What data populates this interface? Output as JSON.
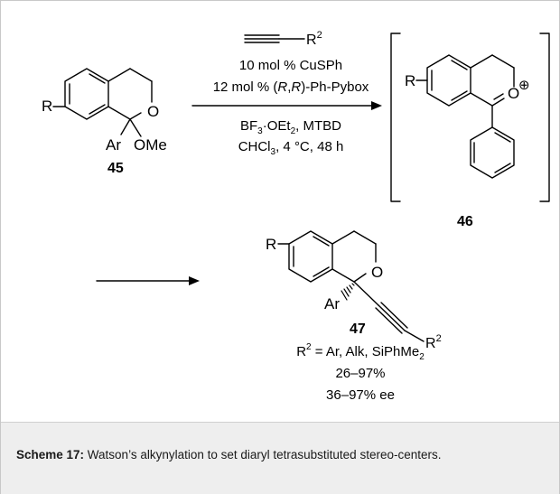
{
  "scheme": {
    "compound_45": {
      "number": "45",
      "substituent_r": "R",
      "substituent_ar": "Ar",
      "ring_oxygen": "O",
      "methoxy": "OMe"
    },
    "step1_conditions": {
      "alkyne_r2": "R",
      "alkyne_r2_sup": "2",
      "catalyst": "10 mol % CuSPh",
      "ligand_prefix": "12 mol % (",
      "ligand_r1": "R",
      "ligand_comma": ",",
      "ligand_r2": "R",
      "ligand_suffix": ")-Ph-Pybox",
      "lewis_acid_a": "BF",
      "lewis_acid_sub3": "3",
      "lewis_acid_b": "·OEt",
      "lewis_acid_sub2": "2",
      "lewis_acid_c": ", MTBD",
      "solvent_a": "CHCl",
      "solvent_sub3": "3",
      "solvent_b": ", 4 °C, 48 h"
    },
    "intermediate_46": {
      "number": "46",
      "substituent_r": "R",
      "ring_oxygen": "O",
      "charge": "⊕"
    },
    "product_47": {
      "number": "47",
      "substituent_r": "R",
      "substituent_ar": "Ar",
      "ring_oxygen": "O",
      "alkyne_r2": "R",
      "alkyne_r2_sup": "2"
    },
    "results": {
      "r2_scope_a": "R",
      "r2_scope_sup": "2",
      "r2_scope_b": " = Ar, Alk, SiPhMe",
      "r2_scope_sub": "2",
      "yield_range": "26–97%",
      "ee_range": "36–97% ee"
    }
  },
  "caption": {
    "label": "Scheme 17:",
    "text": " Watson’s alkynylation to set diaryl tetrasubstituted stereo-centers."
  }
}
